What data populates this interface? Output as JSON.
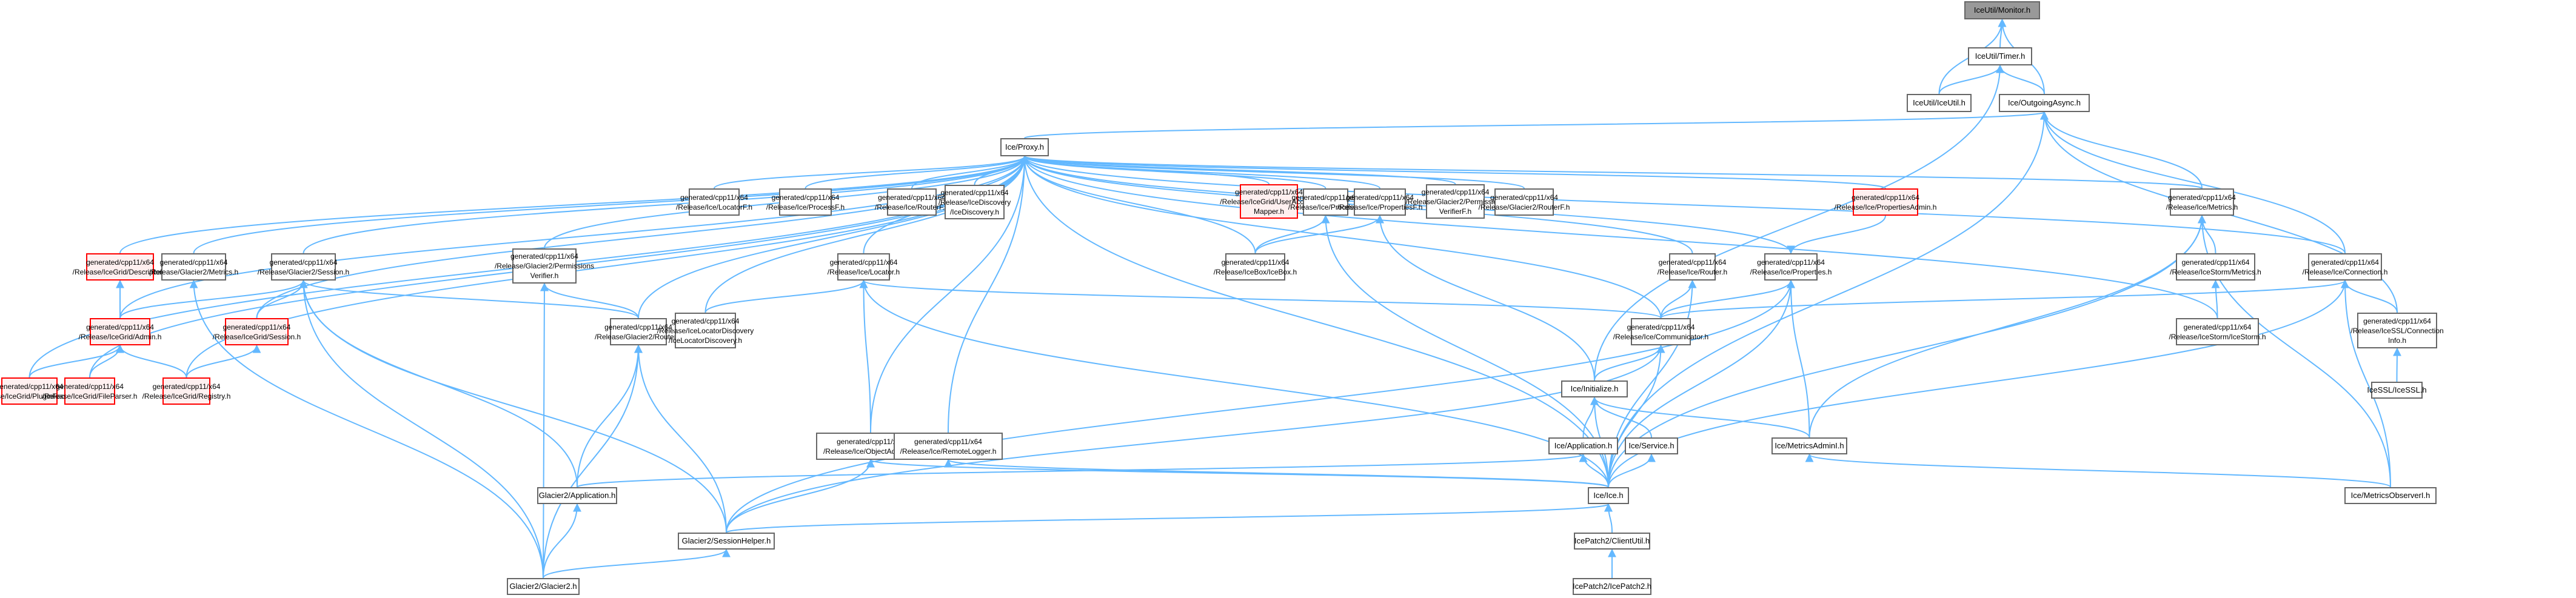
{
  "title": "IceUtil/Monitor.h include dependency graph",
  "colors": {
    "edge": "#63b8ff",
    "root_fill": "#999999",
    "node_border": "#666666",
    "highlight_fill": "#fff0f0",
    "highlight_border": "#ff0000"
  },
  "nodes": [
    {
      "id": "monitor",
      "label": "IceUtil/Monitor.h",
      "style": "root"
    },
    {
      "id": "timer",
      "label": "IceUtil/Timer.h",
      "style": "normal"
    },
    {
      "id": "iceutil",
      "label": "IceUtil/IceUtil.h",
      "style": "normal"
    },
    {
      "id": "outgoingasync",
      "label": "Ice/OutgoingAsync.h",
      "style": "normal"
    },
    {
      "id": "proxy",
      "label": "Ice/Proxy.h",
      "style": "normal"
    },
    {
      "id": "locatorf",
      "label": "generated/cpp11/x64\n/Release/Ice/LocatorF.h",
      "style": "normal"
    },
    {
      "id": "processf",
      "label": "generated/cpp11/x64\n/Release/Ice/ProcessF.h",
      "style": "normal"
    },
    {
      "id": "routerf",
      "label": "generated/cpp11/x64\n/Release/Ice/RouterF.h",
      "style": "normal"
    },
    {
      "id": "icediscovery",
      "label": "generated/cpp11/x64\n/Release/IceDiscovery\n/IceDiscovery.h",
      "style": "normal"
    },
    {
      "id": "useraccountmapper",
      "label": "generated/cpp11/x64\n/Release/IceGrid/UserAccount\nMapper.h",
      "style": "red"
    },
    {
      "id": "process",
      "label": "generated/cpp11/x64\n/Release/Ice/Process.h",
      "style": "normal"
    },
    {
      "id": "propertiesf",
      "label": "generated/cpp11/x64\n/Release/Ice/PropertiesF.h",
      "style": "normal"
    },
    {
      "id": "permverifierf",
      "label": "generated/cpp11/x64\n/Release/Glacier2/Permissions\nVerifierF.h",
      "style": "normal"
    },
    {
      "id": "g2routerf",
      "label": "generated/cpp11/x64\n/Release/Glacier2/RouterF.h",
      "style": "normal"
    },
    {
      "id": "propertiesadmin",
      "label": "generated/cpp11/x64\n/Release/Ice/PropertiesAdmin.h",
      "style": "red"
    },
    {
      "id": "metrics",
      "label": "generated/cpp11/x64\n/Release/Ice/Metrics.h",
      "style": "normal"
    },
    {
      "id": "descriptor",
      "label": "generated/cpp11/x64\n/Release/IceGrid/Descriptor.h",
      "style": "red"
    },
    {
      "id": "g2metrics",
      "label": "generated/cpp11/x64\n/Release/Glacier2/Metrics.h",
      "style": "normal"
    },
    {
      "id": "g2session",
      "label": "generated/cpp11/x64\n/Release/Glacier2/Session.h",
      "style": "normal"
    },
    {
      "id": "permverifier",
      "label": "generated/cpp11/x64\n/Release/Glacier2/Permissions\nVerifier.h",
      "style": "normal"
    },
    {
      "id": "locator",
      "label": "generated/cpp11/x64\n/Release/Ice/Locator.h",
      "style": "normal"
    },
    {
      "id": "icebox",
      "label": "generated/cpp11/x64\n/Release/IceBox/IceBox.h",
      "style": "normal"
    },
    {
      "id": "router",
      "label": "generated/cpp11/x64\n/Release/Ice/Router.h",
      "style": "normal"
    },
    {
      "id": "properties",
      "label": "generated/cpp11/x64\n/Release/Ice/Properties.h",
      "style": "normal"
    },
    {
      "id": "icestormmetrics",
      "label": "generated/cpp11/x64\n/Release/IceStorm/Metrics.h",
      "style": "normal"
    },
    {
      "id": "connection",
      "label": "generated/cpp11/x64\n/Release/Ice/Connection.h",
      "style": "normal"
    },
    {
      "id": "admin",
      "label": "generated/cpp11/x64\n/Release/IceGrid/Admin.h",
      "style": "red"
    },
    {
      "id": "gridsession",
      "label": "generated/cpp11/x64\n/Release/IceGrid/Session.h",
      "style": "red"
    },
    {
      "id": "g2router",
      "label": "generated/cpp11/x64\n/Release/Glacier2/Router.h",
      "style": "normal"
    },
    {
      "id": "locatordiscovery",
      "label": "generated/cpp11/x64\n/Release/IceLocatorDiscovery\n/IceLocatorDiscovery.h",
      "style": "normal"
    },
    {
      "id": "communicator",
      "label": "generated/cpp11/x64\n/Release/Ice/Communicator.h",
      "style": "normal"
    },
    {
      "id": "icestorm",
      "label": "generated/cpp11/x64\n/Release/IceStorm/IceStorm.h",
      "style": "normal"
    },
    {
      "id": "sslconninfo",
      "label": "generated/cpp11/x64\n/Release/IceSSL/Connection\nInfo.h",
      "style": "normal"
    },
    {
      "id": "pluginfacade",
      "label": "generated/cpp11/x64\n/Release/IceGrid/PluginFacade.h",
      "style": "red"
    },
    {
      "id": "fileparser",
      "label": "generated/cpp11/x64\n/Release/IceGrid/FileParser.h",
      "style": "red"
    },
    {
      "id": "registry",
      "label": "generated/cpp11/x64\n/Release/IceGrid/Registry.h",
      "style": "red"
    },
    {
      "id": "initialize",
      "label": "Ice/Initialize.h",
      "style": "normal"
    },
    {
      "id": "icessl",
      "label": "IceSSL/IceSSL.h",
      "style": "normal"
    },
    {
      "id": "objectadapter",
      "label": "generated/cpp11/x64\n/Release/Ice/ObjectAdapter.h",
      "style": "normal"
    },
    {
      "id": "remotelogger",
      "label": "generated/cpp11/x64\n/Release/Ice/RemoteLogger.h",
      "style": "normal"
    },
    {
      "id": "application",
      "label": "Ice/Application.h",
      "style": "normal"
    },
    {
      "id": "service",
      "label": "Ice/Service.h",
      "style": "normal"
    },
    {
      "id": "metricsadmini",
      "label": "Ice/MetricsAdminI.h",
      "style": "normal"
    },
    {
      "id": "g2application",
      "label": "Glacier2/Application.h",
      "style": "normal"
    },
    {
      "id": "iceh",
      "label": "Ice/Ice.h",
      "style": "normal"
    },
    {
      "id": "metricsobserveri",
      "label": "Ice/MetricsObserverI.h",
      "style": "normal"
    },
    {
      "id": "sessionhelper",
      "label": "Glacier2/SessionHelper.h",
      "style": "normal"
    },
    {
      "id": "clientutil",
      "label": "IcePatch2/ClientUtil.h",
      "style": "normal"
    },
    {
      "id": "glacier2",
      "label": "Glacier2/Glacier2.h",
      "style": "normal"
    },
    {
      "id": "icepatch2",
      "label": "IcePatch2/IcePatch2.h",
      "style": "normal"
    }
  ],
  "edges": [
    [
      "timer",
      "monitor"
    ],
    [
      "iceutil",
      "monitor"
    ],
    [
      "outgoingasync",
      "monitor"
    ],
    [
      "iceutil",
      "timer"
    ],
    [
      "outgoingasync",
      "timer"
    ],
    [
      "initialize",
      "timer"
    ],
    [
      "proxy",
      "outgoingasync"
    ],
    [
      "connection",
      "outgoingasync"
    ],
    [
      "iceh",
      "outgoingasync"
    ],
    [
      "sslconninfo",
      "outgoingasync"
    ],
    [
      "metrics",
      "outgoingasync"
    ],
    [
      "locatorf",
      "proxy"
    ],
    [
      "processf",
      "proxy"
    ],
    [
      "routerf",
      "proxy"
    ],
    [
      "icediscovery",
      "proxy"
    ],
    [
      "useraccountmapper",
      "proxy"
    ],
    [
      "process",
      "proxy"
    ],
    [
      "propertiesf",
      "proxy"
    ],
    [
      "permverifierf",
      "proxy"
    ],
    [
      "g2routerf",
      "proxy"
    ],
    [
      "propertiesadmin",
      "proxy"
    ],
    [
      "metrics",
      "proxy"
    ],
    [
      "descriptor",
      "proxy"
    ],
    [
      "g2metrics",
      "proxy"
    ],
    [
      "g2session",
      "proxy"
    ],
    [
      "permverifier",
      "proxy"
    ],
    [
      "locator",
      "proxy"
    ],
    [
      "icebox",
      "proxy"
    ],
    [
      "router",
      "proxy"
    ],
    [
      "properties",
      "proxy"
    ],
    [
      "connection",
      "proxy"
    ],
    [
      "admin",
      "proxy"
    ],
    [
      "gridsession",
      "proxy"
    ],
    [
      "g2router",
      "proxy"
    ],
    [
      "locatordiscovery",
      "proxy"
    ],
    [
      "communicator",
      "proxy"
    ],
    [
      "icestorm",
      "proxy"
    ],
    [
      "pluginfacade",
      "proxy"
    ],
    [
      "fileparser",
      "proxy"
    ],
    [
      "registry",
      "proxy"
    ],
    [
      "objectadapter",
      "proxy"
    ],
    [
      "remotelogger",
      "proxy"
    ],
    [
      "iceh",
      "proxy"
    ],
    [
      "icebox",
      "process"
    ],
    [
      "iceh",
      "process"
    ],
    [
      "icebox",
      "propertiesf"
    ],
    [
      "initialize",
      "propertiesf"
    ],
    [
      "admin",
      "descriptor"
    ],
    [
      "glacier2",
      "g2metrics"
    ],
    [
      "admin",
      "g2session"
    ],
    [
      "gridsession",
      "g2session"
    ],
    [
      "g2router",
      "g2session"
    ],
    [
      "g2application",
      "g2session"
    ],
    [
      "sessionhelper",
      "g2session"
    ],
    [
      "glacier2",
      "g2session"
    ],
    [
      "g2router",
      "permverifier"
    ],
    [
      "glacier2",
      "permverifier"
    ],
    [
      "locatordiscovery",
      "locator"
    ],
    [
      "objectadapter",
      "locator"
    ],
    [
      "iceh",
      "locator"
    ],
    [
      "communicator",
      "locator"
    ],
    [
      "communicator",
      "router"
    ],
    [
      "iceh",
      "router"
    ],
    [
      "communicator",
      "properties"
    ],
    [
      "iceh",
      "properties"
    ],
    [
      "metricsadmini",
      "properties"
    ],
    [
      "sessionhelper",
      "properties"
    ],
    [
      "propertiesadmin",
      "properties"
    ],
    [
      "icestormmetrics",
      "metrics"
    ],
    [
      "metricsadmini",
      "metrics"
    ],
    [
      "iceh",
      "metrics"
    ],
    [
      "metricsobserveri",
      "metrics"
    ],
    [
      "icestorm",
      "icestormmetrics"
    ],
    [
      "sslconninfo",
      "connection"
    ],
    [
      "iceh",
      "connection"
    ],
    [
      "metricsobserveri",
      "connection"
    ],
    [
      "communicator",
      "connection"
    ],
    [
      "pluginfacade",
      "admin"
    ],
    [
      "fileparser",
      "admin"
    ],
    [
      "registry",
      "admin"
    ],
    [
      "registry",
      "gridsession"
    ],
    [
      "g2application",
      "g2router"
    ],
    [
      "sessionhelper",
      "g2router"
    ],
    [
      "glacier2",
      "g2router"
    ],
    [
      "initialize",
      "communicator"
    ],
    [
      "iceh",
      "communicator"
    ],
    [
      "sessionhelper",
      "communicator"
    ],
    [
      "icessl",
      "sslconninfo"
    ],
    [
      "application",
      "initialize"
    ],
    [
      "service",
      "initialize"
    ],
    [
      "iceh",
      "initialize"
    ],
    [
      "metricsadmini",
      "initialize"
    ],
    [
      "sessionhelper",
      "objectadapter"
    ],
    [
      "iceh",
      "objectadapter"
    ],
    [
      "iceh",
      "remotelogger"
    ],
    [
      "iceh",
      "application"
    ],
    [
      "g2application",
      "application"
    ],
    [
      "iceh",
      "service"
    ],
    [
      "metricsobserveri",
      "metricsadmini"
    ],
    [
      "glacier2",
      "g2application"
    ],
    [
      "clientutil",
      "iceh"
    ],
    [
      "sessionhelper",
      "iceh"
    ],
    [
      "glacier2",
      "sessionhelper"
    ],
    [
      "icepatch2",
      "clientutil"
    ]
  ]
}
